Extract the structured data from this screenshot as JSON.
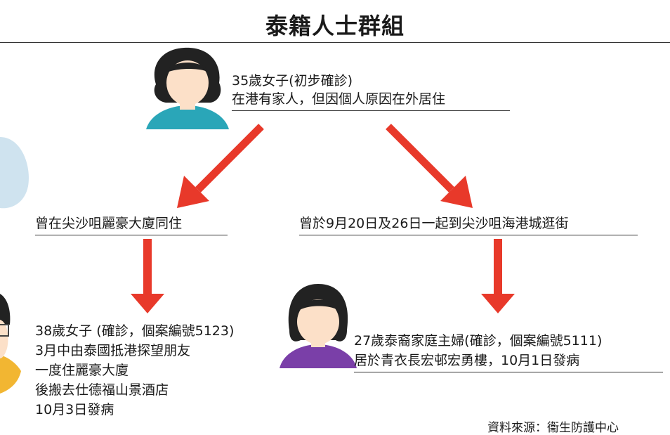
{
  "title": "泰籍人士群組",
  "top_case": {
    "line1": "35歲女子(初步確診)",
    "line2": "在港有家人，但因個人原因在外居住"
  },
  "left_relation": "曾在尖沙咀麗豪大廈同住",
  "right_relation": "曾於9月20日及26日一起到尖沙咀海港城逛街",
  "left_case": {
    "line1": "38歲女子 (確診，個案編號5123)",
    "line2": "3月中由泰國抵港探望朋友",
    "line3": "一度住麗豪大廈",
    "line4": "後搬去仕德福山景酒店",
    "line5": "10月3日發病"
  },
  "right_case": {
    "line1": "27歲泰裔家庭主婦(確診，個案編號5111)",
    "line2": "居於青衣長宏邨宏勇樓，10月1日發病"
  },
  "source": "資料來源：衞生防護中心",
  "colors": {
    "arrow": "#e8392a",
    "top_shirt": "#2aa6b8",
    "right_shirt": "#7a3fa8",
    "left_shirt": "#f2b632",
    "bubble": "#cfe3ef",
    "skin": "#fce0c8",
    "hair": "#222222"
  }
}
